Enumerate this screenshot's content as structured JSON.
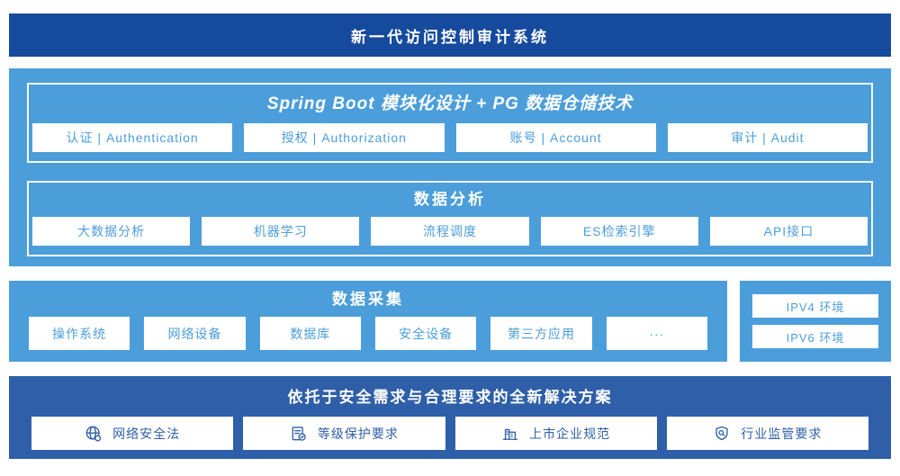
{
  "page": {
    "title": "新一代访问控制审计系统"
  },
  "colors": {
    "header_navy": "#164A9D",
    "mid_blue": "#4C9EDA",
    "solution_blue": "#2E5FA8",
    "box_bg": "#FFFFFF"
  },
  "architecture": {
    "title": "Spring Boot 模块化设计 + PG 数据仓储技术",
    "modules": [
      {
        "label": "认证 | Authentication"
      },
      {
        "label": "授权 | Authorization"
      },
      {
        "label": "账号 | Account"
      },
      {
        "label": "审计 | Audit"
      }
    ]
  },
  "analysis": {
    "title": "数据分析",
    "modules": [
      {
        "label": "大数据分析"
      },
      {
        "label": "机器学习"
      },
      {
        "label": "流程调度"
      },
      {
        "label": "ES检索引擎"
      },
      {
        "label": "API接口"
      }
    ]
  },
  "collection": {
    "title": "数据采集",
    "sources": [
      "操作系统",
      "网络设备",
      "数据库",
      "安全设备",
      "第三方应用",
      "···"
    ]
  },
  "environments": {
    "items": [
      "IPV4 环境",
      "IPV6 环境"
    ]
  },
  "solution": {
    "title": "依托于安全需求与合理要求的全新解决方案",
    "items": [
      {
        "icon": "globe-icon",
        "label": "网络安全法"
      },
      {
        "icon": "document-check-icon",
        "label": "等级保护要求"
      },
      {
        "icon": "building-icon",
        "label": "上市企业规范"
      },
      {
        "icon": "shield-search-icon",
        "label": "行业监管要求"
      }
    ]
  }
}
